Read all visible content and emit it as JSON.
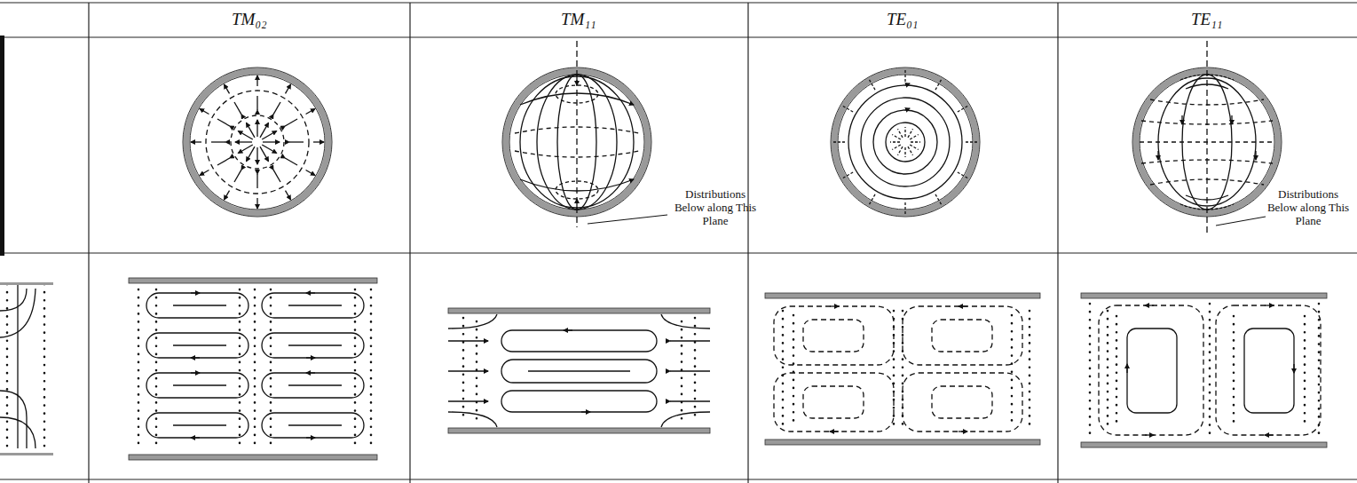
{
  "diagram": {
    "labels": [
      "TM₀₂",
      "TM₁₁",
      "TE₀₁",
      "TE₁₁",
      "Distributions Below along This Plane",
      "Distributions Below along This Plane"
    ]
  }
}
